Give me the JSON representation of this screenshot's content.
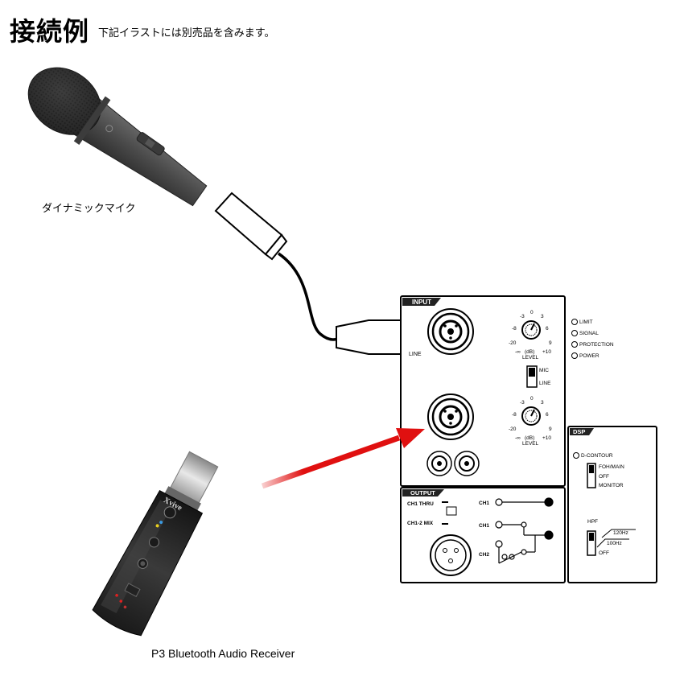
{
  "title": "接続例",
  "subtitle": "下記イラストには別売品を含みます。",
  "microphone": {
    "label": "ダイナミックマイク"
  },
  "receiver": {
    "label": "P3 Bluetooth Audio Receiver",
    "brand": "Xvive"
  },
  "panel": {
    "input": {
      "header": "INPUT",
      "line_label": "LINE",
      "knob_scale": [
        "-3",
        "0",
        "3",
        "-8",
        "6",
        "-20",
        "9",
        "-∞",
        "(dB)",
        "+10"
      ],
      "level_label": "LEVEL",
      "switch_labels": [
        "MIC",
        "LINE"
      ],
      "indicators": [
        "LIMIT",
        "SIGNAL",
        "PROTECTION",
        "POWER"
      ]
    },
    "dsp": {
      "header": "DSP",
      "dcontour_label": "D-CONTOUR",
      "dcontour_options": [
        "FOH/MAIN",
        "OFF",
        "MONITOR"
      ],
      "hpf_label": "HPF",
      "hpf_options": [
        "120Hz",
        "100Hz",
        "OFF"
      ]
    },
    "output": {
      "header": "OUTPUT",
      "ch1_thru": "CH1 THRU",
      "ch12_mix": "CH1-2 MIX",
      "ch1": "CH1",
      "ch2": "CH2"
    }
  },
  "colors": {
    "arrow": "#e01010",
    "panel_header": "#222222",
    "device_body": "#2b2b2b"
  }
}
